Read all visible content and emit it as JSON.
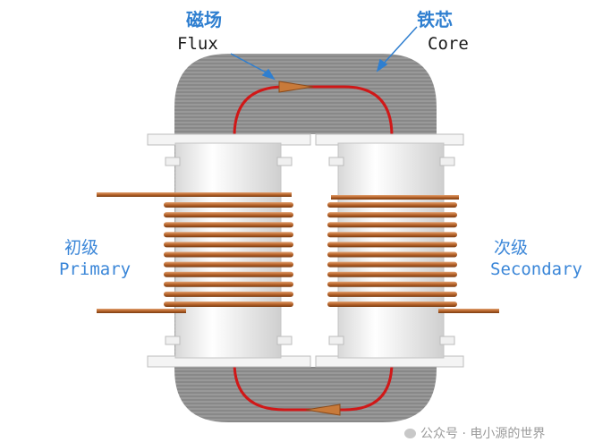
{
  "labels": {
    "flux_zh": "磁场",
    "flux_en": "Flux",
    "core_zh": "铁芯",
    "core_en": "Core",
    "primary_zh": "初级",
    "primary_en": "Primary",
    "secondary_zh": "次级",
    "secondary_en": "Secondary"
  },
  "watermark": "公众号 · 电小源的世界",
  "colors": {
    "core": "#8c8c8c",
    "flux_path": "#d01818",
    "winding": "#b8642a",
    "bobbin": "#eeeeee",
    "label_blue": "#2f7fd0"
  },
  "icons": {
    "flux_arrow": "arrow-icon",
    "watermark_logo": "wechat-icon"
  }
}
